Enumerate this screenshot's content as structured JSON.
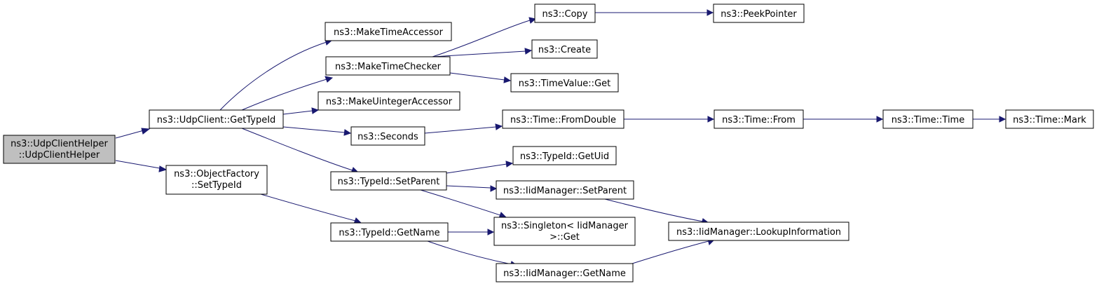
{
  "diagram": {
    "nodes": {
      "root": [
        "ns3::UdpClientHelper",
        "::UdpClientHelper"
      ],
      "getTypeId": [
        "ns3::UdpClient::GetTypeId"
      ],
      "objFactory": [
        "ns3::ObjectFactory",
        "::SetTypeId"
      ],
      "makeTimeAccessor": [
        "ns3::MakeTimeAccessor"
      ],
      "makeTimeChecker": [
        "ns3::MakeTimeChecker"
      ],
      "makeUintAccessor": [
        "ns3::MakeUintegerAccessor"
      ],
      "seconds": [
        "ns3::Seconds"
      ],
      "setParent": [
        "ns3::TypeId::SetParent"
      ],
      "getName": [
        "ns3::TypeId::GetName"
      ],
      "copy": [
        "ns3::Copy"
      ],
      "peekPointer": [
        "ns3::PeekPointer"
      ],
      "create": [
        "ns3::Create"
      ],
      "timeValueGet": [
        "ns3::TimeValue::Get"
      ],
      "fromDouble": [
        "ns3::Time::FromDouble"
      ],
      "from": [
        "ns3::Time::From"
      ],
      "timeTime": [
        "ns3::Time::Time"
      ],
      "mark": [
        "ns3::Time::Mark"
      ],
      "getUid": [
        "ns3::TypeId::GetUid"
      ],
      "iidSetParent": [
        "ns3::IidManager::SetParent"
      ],
      "singleton": [
        "ns3::Singleton< IidManager",
        ">::Get"
      ],
      "iidGetName": [
        "ns3::IidManager::GetName"
      ],
      "lookup": [
        "ns3::IidManager::LookupInformation"
      ]
    }
  }
}
